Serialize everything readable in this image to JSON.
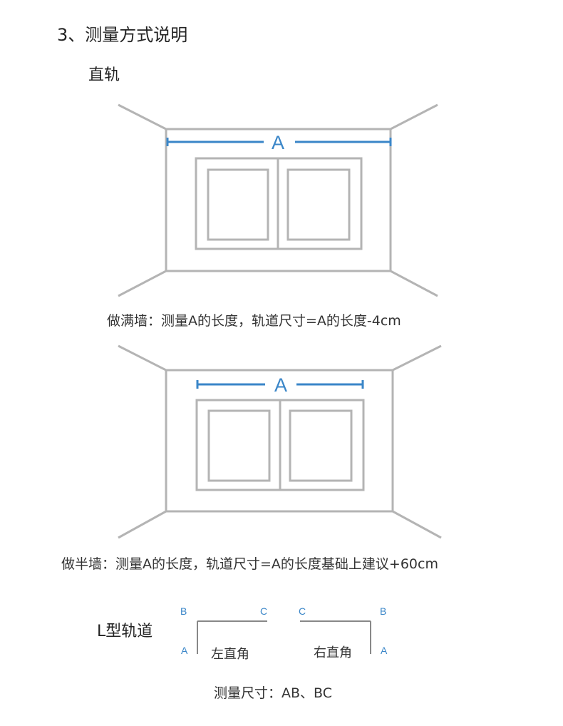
{
  "heading": "3、测量方式说明",
  "subheading": "直轨",
  "diagram1": {
    "marker": "A",
    "caption": "做满墙：测量A的长度，轨道尺寸=A的长度-4cm"
  },
  "diagram2": {
    "marker": "A",
    "caption": "做半墙：测量A的长度，轨道尺寸=A的长度基础上建议+60cm"
  },
  "l_track": {
    "label": "L型轨道",
    "left": {
      "name": "左直角",
      "b": "B",
      "c": "C",
      "a": "A"
    },
    "right": {
      "name": "右直角",
      "b": "B",
      "c": "C",
      "a": "A"
    },
    "measure": "测量尺寸：AB、BC"
  },
  "colors": {
    "line": "#b4b4b4",
    "accent": "#3a86c8",
    "text": "#222222"
  }
}
